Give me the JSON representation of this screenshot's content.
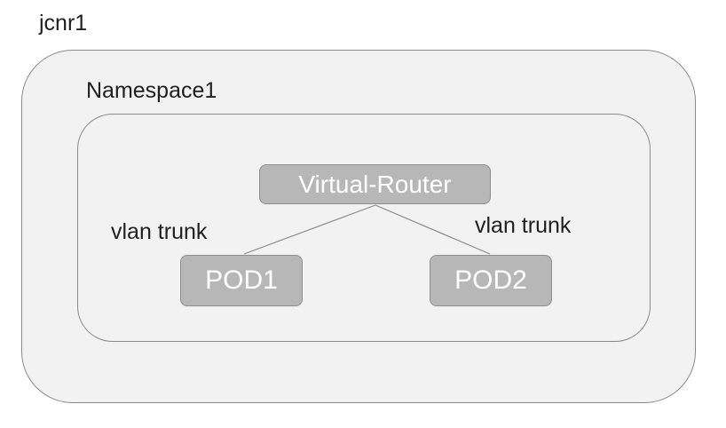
{
  "diagram": {
    "cluster_label": "jcnr1",
    "namespace_label": "Namespace1",
    "nodes": {
      "router": "Virtual-Router",
      "pod1": "POD1",
      "pod2": "POD2"
    },
    "edges": [
      {
        "from": "Virtual-Router",
        "to": "POD1",
        "label": "vlan trunk"
      },
      {
        "from": "Virtual-Router",
        "to": "POD2",
        "label": "vlan trunk"
      }
    ]
  },
  "colors": {
    "container_fill": "#f2f2f2",
    "container_border": "#8a8a8a",
    "node_fill": "#b7b7b7",
    "node_text": "#ffffff",
    "line": "#8a8a8a"
  }
}
